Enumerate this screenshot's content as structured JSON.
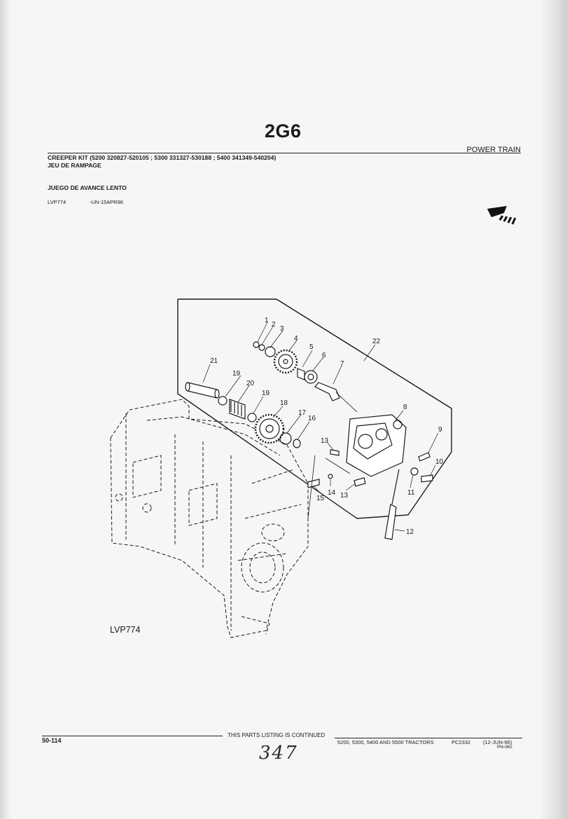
{
  "header": {
    "section_code": "2G6",
    "category": "POWER TRAIN",
    "title_en": "CREEPER KIT (5200 320827-520105 ; 5300 331327-530188 ; 5400 341349-540204)",
    "title_fr": "JEU DE RAMPAGE",
    "title_es": "JUEGO DE AVANCE LENTO",
    "illustration_code": "LVP774",
    "illustration_date": "-UN-15APR96"
  },
  "figure": {
    "label": "LVP774",
    "callouts": [
      "1",
      "2",
      "3",
      "4",
      "5",
      "6",
      "7",
      "8",
      "9",
      "10",
      "11",
      "12",
      "13",
      "13",
      "14",
      "15",
      "16",
      "17",
      "18",
      "19",
      "19",
      "20",
      "21",
      "22"
    ],
    "icons": [
      "direction-arrow-icon"
    ]
  },
  "footer": {
    "page_ref": "50-114",
    "continued": "THIS PARTS LISTING IS CONTINUED",
    "models": "5200, 5300, 5400 AND 5500 TRACTORS",
    "pub_code": "PC2332",
    "pub_date": "(12-JUN-96)",
    "pn": "PN=362",
    "handwritten": "347"
  }
}
